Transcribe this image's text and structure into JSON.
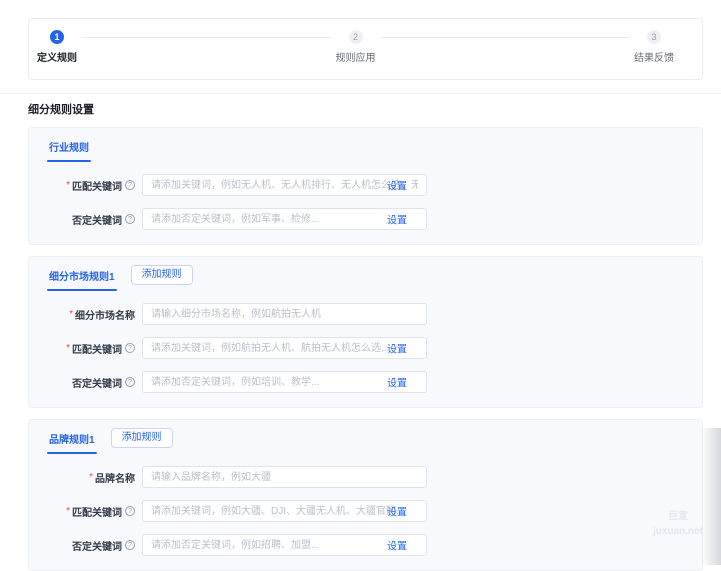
{
  "stepper": {
    "steps": [
      {
        "number": "1",
        "label": "定义规则",
        "state": "active"
      },
      {
        "number": "2",
        "label": "规则应用",
        "state": "inactive"
      },
      {
        "number": "3",
        "label": "结果反馈",
        "state": "inactive"
      }
    ]
  },
  "page_title": "细分规则设置",
  "cards": [
    {
      "tab": "行业规则",
      "rows": [
        {
          "label": "匹配关键词",
          "required": true,
          "has_info": true,
          "placeholder": "请添加关键词，例如无人机、无人机排行、无人机怎么选、无人机...",
          "action": "设置"
        },
        {
          "label": "否定关键词",
          "required": false,
          "has_info": true,
          "placeholder": "请添加否定关键词，例如军事、检修...",
          "action": "设置"
        }
      ]
    },
    {
      "tab": "细分市场规则1",
      "add_button": "添加规则",
      "rows": [
        {
          "label": "细分市场名称",
          "required": true,
          "has_info": false,
          "placeholder": "请输入细分市场名称，例如航拍无人机"
        },
        {
          "label": "匹配关键词",
          "required": true,
          "has_info": true,
          "placeholder": "请添加关键词，例如航拍无人机、航拍无人机怎么选...",
          "action": "设置"
        },
        {
          "label": "否定关键词",
          "required": false,
          "has_info": true,
          "placeholder": "请添加否定关键词，例如培训、教学...",
          "action": "设置"
        }
      ]
    },
    {
      "tab": "品牌规则1",
      "add_button": "添加规则",
      "rows": [
        {
          "label": "品牌名称",
          "required": true,
          "has_info": false,
          "placeholder": "请输入品牌名称，例如大疆"
        },
        {
          "label": "匹配关键词",
          "required": true,
          "has_info": true,
          "placeholder": "请添加关键词，例如大疆、DJI、大疆无人机、大疆官网...",
          "action": "设置"
        },
        {
          "label": "否定关键词",
          "required": false,
          "has_info": true,
          "placeholder": "请添加否定关键词，例如招聘、加盟...",
          "action": "设置"
        }
      ]
    }
  ],
  "watermark": {
    "line1": "巨宣",
    "line2": "juxuan.net"
  },
  "colors": {
    "primary": "#2563e8",
    "required_mark": "#e5484d"
  }
}
